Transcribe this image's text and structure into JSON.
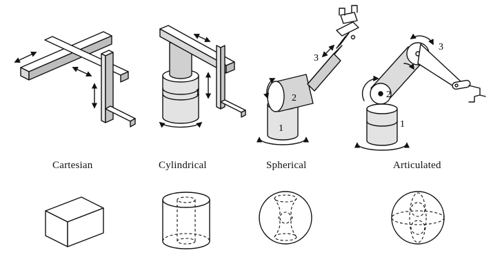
{
  "robots": [
    {
      "key": "cartesian",
      "label": "Cartesian",
      "joint_labels": []
    },
    {
      "key": "cylindrical",
      "label": "Cylindrical",
      "joint_labels": [
        "1"
      ]
    },
    {
      "key": "spherical",
      "label": "Spherical",
      "joint_labels": [
        "1",
        "2",
        "3"
      ]
    },
    {
      "key": "articulated",
      "label": "Articulated",
      "joint_labels": [
        "1",
        "2",
        "3"
      ]
    }
  ]
}
